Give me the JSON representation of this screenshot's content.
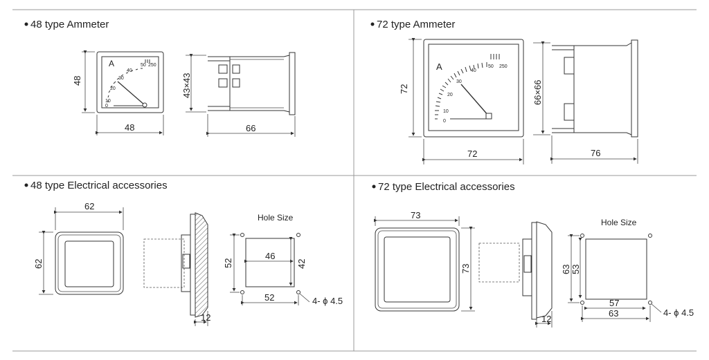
{
  "sections": [
    {
      "title": "48 type Ammeter"
    },
    {
      "title": "72 type Ammeter"
    },
    {
      "title": "48 type Electrical accessories"
    },
    {
      "title": "72 type Electrical accessories"
    }
  ],
  "meter48": {
    "unit": "A",
    "scale": [
      "0",
      "10",
      "20",
      "30",
      "40",
      "50",
      "250"
    ],
    "dims": {
      "height": "48",
      "width": "48",
      "face": "43×43",
      "depth": "66"
    }
  },
  "meter72": {
    "unit": "A",
    "scale": [
      "0",
      "10",
      "20",
      "30",
      "40",
      "50",
      "250"
    ],
    "dims": {
      "height": "72",
      "width": "72",
      "face": "66×66",
      "depth": "76"
    }
  },
  "acc48": {
    "width": "62",
    "height": "62",
    "thickness": "12",
    "hole_label": "Hole Size",
    "hole_w": "46",
    "hole_h": "42",
    "hole_spacing_h": "52",
    "hole_spacing_w": "52",
    "screw": "4- ϕ 4.5"
  },
  "acc72": {
    "width": "73",
    "height": "73",
    "thickness": "12",
    "hole_label": "Hole Size",
    "hole_w": "57",
    "hole_h": "53",
    "hole_spacing_h": "63",
    "hole_spacing_w": "63",
    "screw": "4- ϕ 4.5"
  }
}
